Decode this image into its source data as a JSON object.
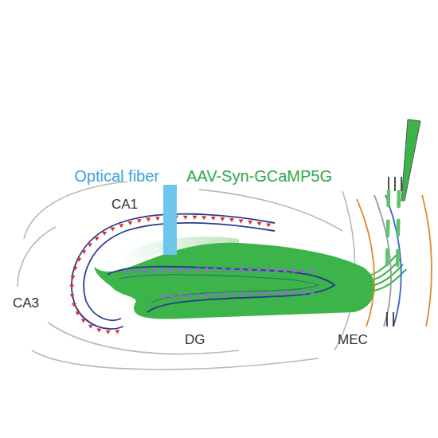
{
  "diagram": {
    "labels": [
      "Optical fiber",
      "AAV-Syn-GCaMP5G",
      "CA1",
      "CA3",
      "DG",
      "MEC"
    ]
  }
}
